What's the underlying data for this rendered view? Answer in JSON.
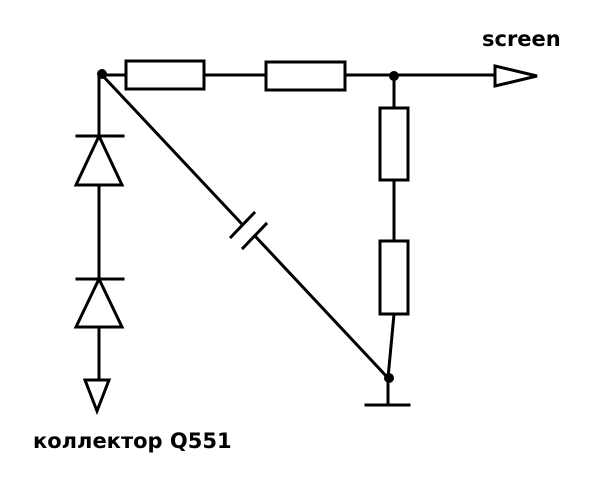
{
  "labels": {
    "screen": "screen",
    "collector": "коллектор Q551"
  },
  "colors": {
    "stroke": "#000000",
    "background": "#ffffff"
  },
  "components": [
    {
      "type": "resistor",
      "orientation": "horizontal"
    },
    {
      "type": "resistor",
      "orientation": "horizontal"
    },
    {
      "type": "resistor",
      "orientation": "vertical"
    },
    {
      "type": "resistor",
      "orientation": "vertical"
    },
    {
      "type": "diode",
      "orientation": "vertical"
    },
    {
      "type": "diode",
      "orientation": "vertical"
    },
    {
      "type": "capacitor",
      "orientation": "diagonal"
    },
    {
      "type": "ground"
    },
    {
      "type": "output-arrow"
    },
    {
      "type": "input-arrow"
    }
  ]
}
